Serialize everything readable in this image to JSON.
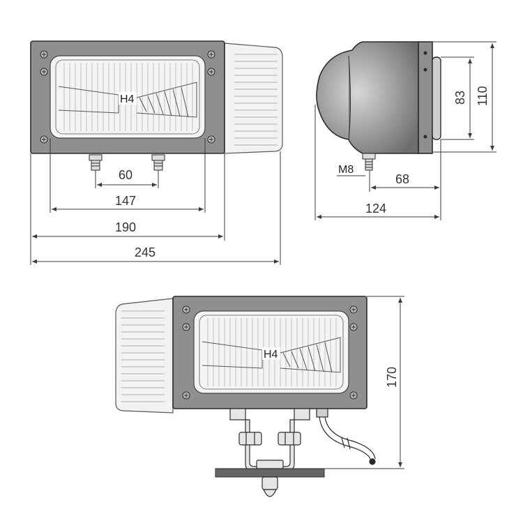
{
  "front_view": {
    "bulb_label": "H4",
    "dim_bolt_spacing": "60",
    "dim_lens_width": "147",
    "dim_body_width": "190",
    "dim_overall_width": "245"
  },
  "side_view": {
    "thread_label": "M8",
    "dim_bolt_offset": "68",
    "dim_depth": "124",
    "dim_lens_height": "83",
    "dim_body_height": "110"
  },
  "bracket_view": {
    "bulb_label": "H4",
    "dim_total_height": "170"
  },
  "colors": {
    "housing": "#8f8f8f",
    "lens": "#f4f4f4",
    "mount_plate": "#666666",
    "line": "#3a3a3a"
  }
}
